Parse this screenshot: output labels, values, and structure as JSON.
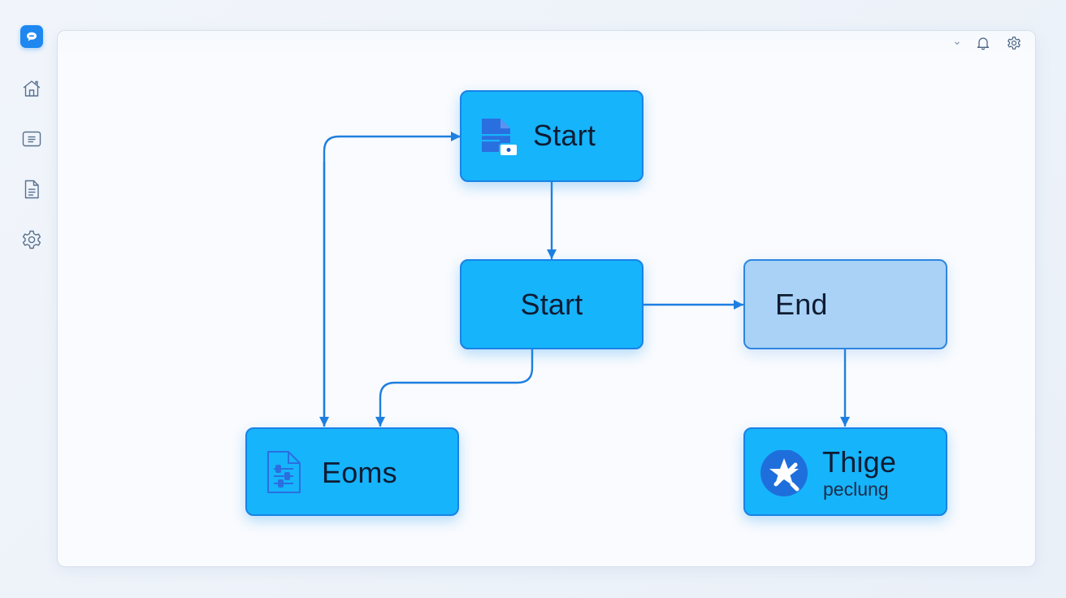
{
  "icons": {
    "logo": "chat-bubble-icon",
    "rail": [
      "home-icon",
      "list-icon",
      "document-icon",
      "settings-icon"
    ],
    "topbar": [
      "chevron-down-icon",
      "bell-icon",
      "gear-icon"
    ]
  },
  "colors": {
    "accent": "#1e88f0",
    "node_fill": "#16b4fb",
    "node_border": "#1a82e6",
    "node_light_fill": "#a9d2f6",
    "connector": "#1e7fe0",
    "text_dark": "#0f1c33"
  },
  "flow": {
    "nodes": {
      "start_top": {
        "label": "Start",
        "icon": "file-lock-icon"
      },
      "start_middle": {
        "label": "Start"
      },
      "end": {
        "label": "End"
      },
      "eoms": {
        "label": "Eoms",
        "icon": "document-sliders-icon"
      },
      "trigger": {
        "label": "Thige",
        "sublabel": "peclung",
        "icon": "star-tools-icon"
      }
    }
  }
}
